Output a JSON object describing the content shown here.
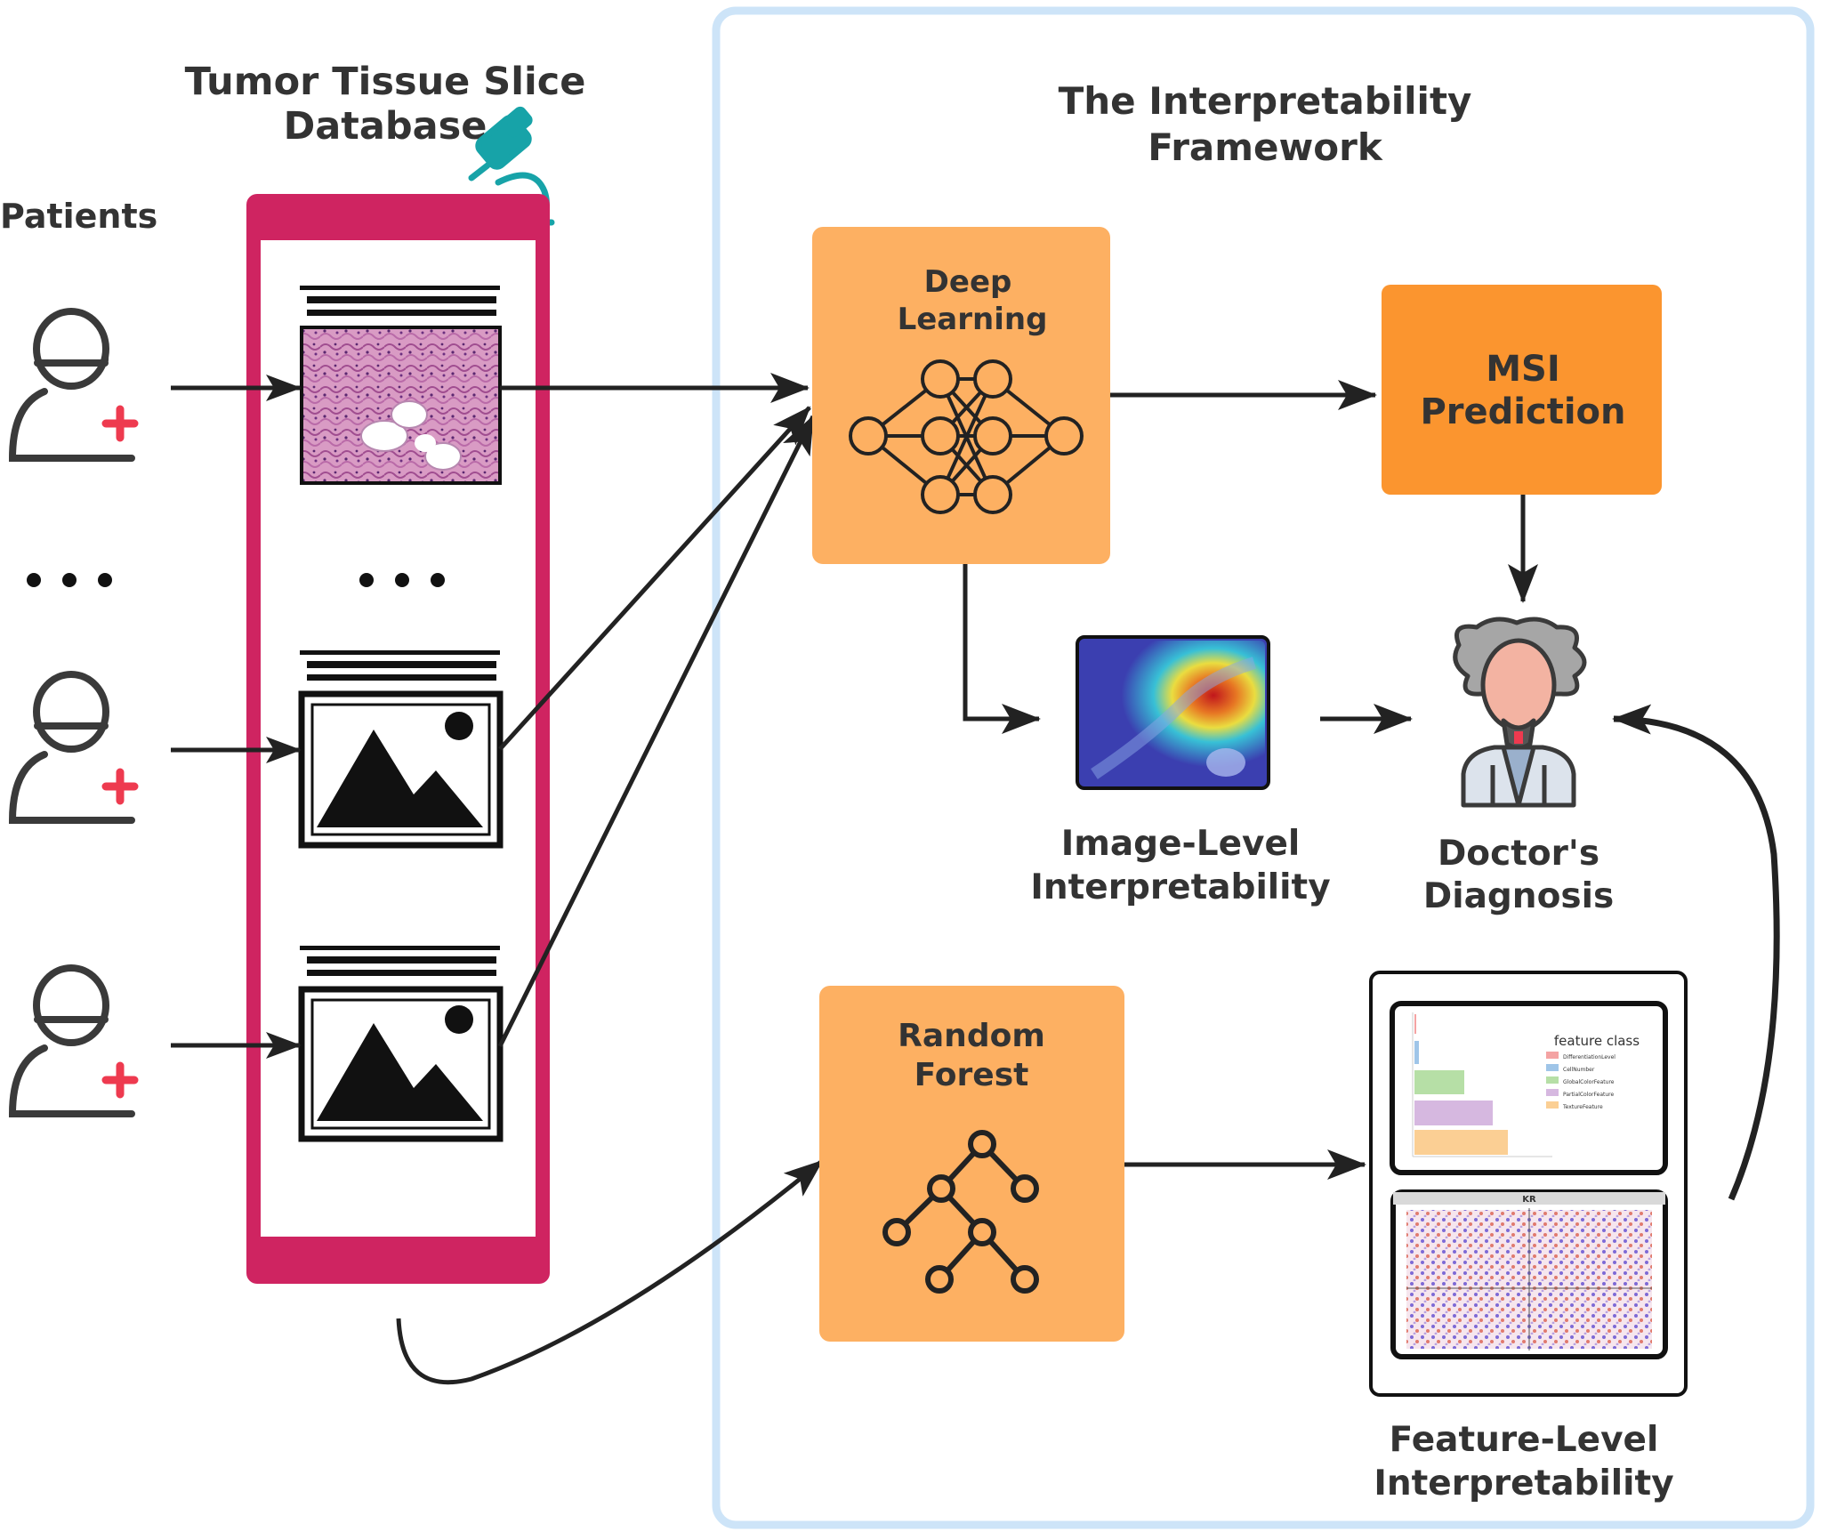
{
  "labels": {
    "database_title_line1": "Tumor Tissue Slice",
    "database_title_line2": "Database",
    "patients": "Patients",
    "framework_title_line1": "The Interpretability",
    "framework_title_line2": "Framework",
    "deep_learning_line1": "Deep",
    "deep_learning_line2": "Learning",
    "msi_line1": "MSI",
    "msi_line2": "Prediction",
    "image_level_line1": "Image-Level",
    "image_level_line2": "Interpretability",
    "doctor_line1": "Doctor's",
    "doctor_line2": "Diagnosis",
    "random_forest_line1": "Random",
    "random_forest_line2": "Forest",
    "feature_level_line1": "Feature-Level",
    "feature_level_line2": "Interpretability",
    "legend_title": "feature class",
    "legend_items": [
      "DifferentiationLevel",
      "CellNumber",
      "GlobalColorFeature",
      "PartialColorFeature",
      "TextureFeature"
    ],
    "shap_header": "KR"
  },
  "colors": {
    "database_frame": "#cf2461",
    "framework_border": "#cde4f8",
    "orange_light": "#fdb062",
    "orange_dark": "#fb952f",
    "microscope": "#17a3a8",
    "patient_cross": "#ee3a4f",
    "icon_gray": "#3a3a3a",
    "legend_colors": [
      "#f4a3a3",
      "#9fc5e8",
      "#b6dfa6",
      "#d6b8e0",
      "#fbcf94"
    ]
  }
}
